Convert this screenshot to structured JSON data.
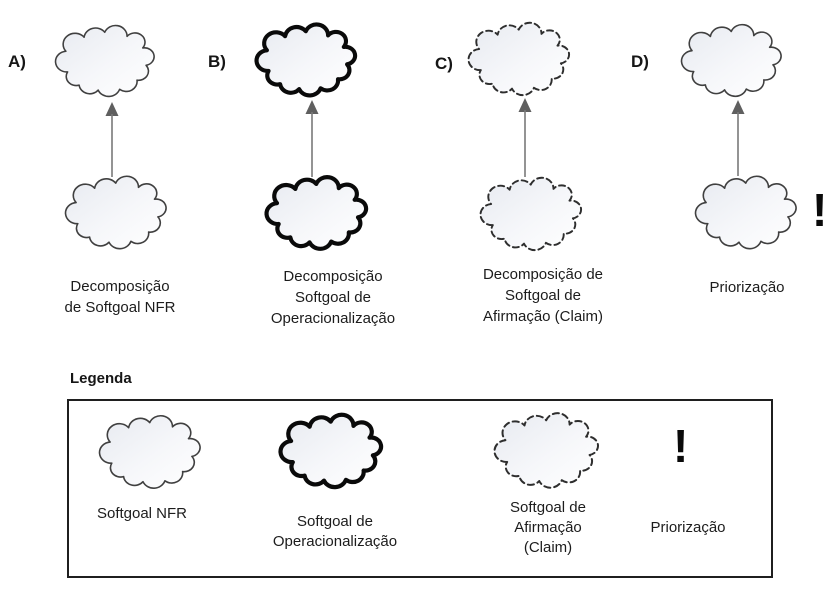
{
  "sections": [
    {
      "letter": "A)",
      "caption": "Decomposição\nde Softgoal NFR",
      "cloud_style": "thin"
    },
    {
      "letter": "B)",
      "caption": "Decomposição\nSoftgoal de\nOperacionalização",
      "cloud_style": "thick"
    },
    {
      "letter": "C)",
      "caption": "Decomposição de\nSoftgoal de\nAfirmação (Claim)",
      "cloud_style": "dashed"
    },
    {
      "letter": "D)",
      "caption": "Priorização",
      "cloud_style": "thin",
      "mark": "!"
    }
  ],
  "legend": {
    "title": "Legenda",
    "items": [
      {
        "symbol": "cloud-thin-icon",
        "label": "Softgoal NFR"
      },
      {
        "symbol": "cloud-thick-icon",
        "label": "Softgoal de\nOperacionalização"
      },
      {
        "symbol": "cloud-dashed-icon",
        "label": "Softgoal de\nAfirmação\n(Claim)"
      },
      {
        "symbol": "exclamation-icon",
        "label": "Priorização",
        "mark": "!"
      }
    ]
  },
  "colors": {
    "background": "#ffffff",
    "text": "#1c1c1c",
    "cloud_outline_thin": "#404040",
    "cloud_outline_thick": "#0a0a0a",
    "cloud_outline_dashed": "#2e2e2e",
    "cloud_fill_gradient_start": "#e9ecf1",
    "cloud_fill_gradient_end": "#ffffff",
    "arrow": "#6b6b6b",
    "legend_border": "#1f1f1f"
  }
}
